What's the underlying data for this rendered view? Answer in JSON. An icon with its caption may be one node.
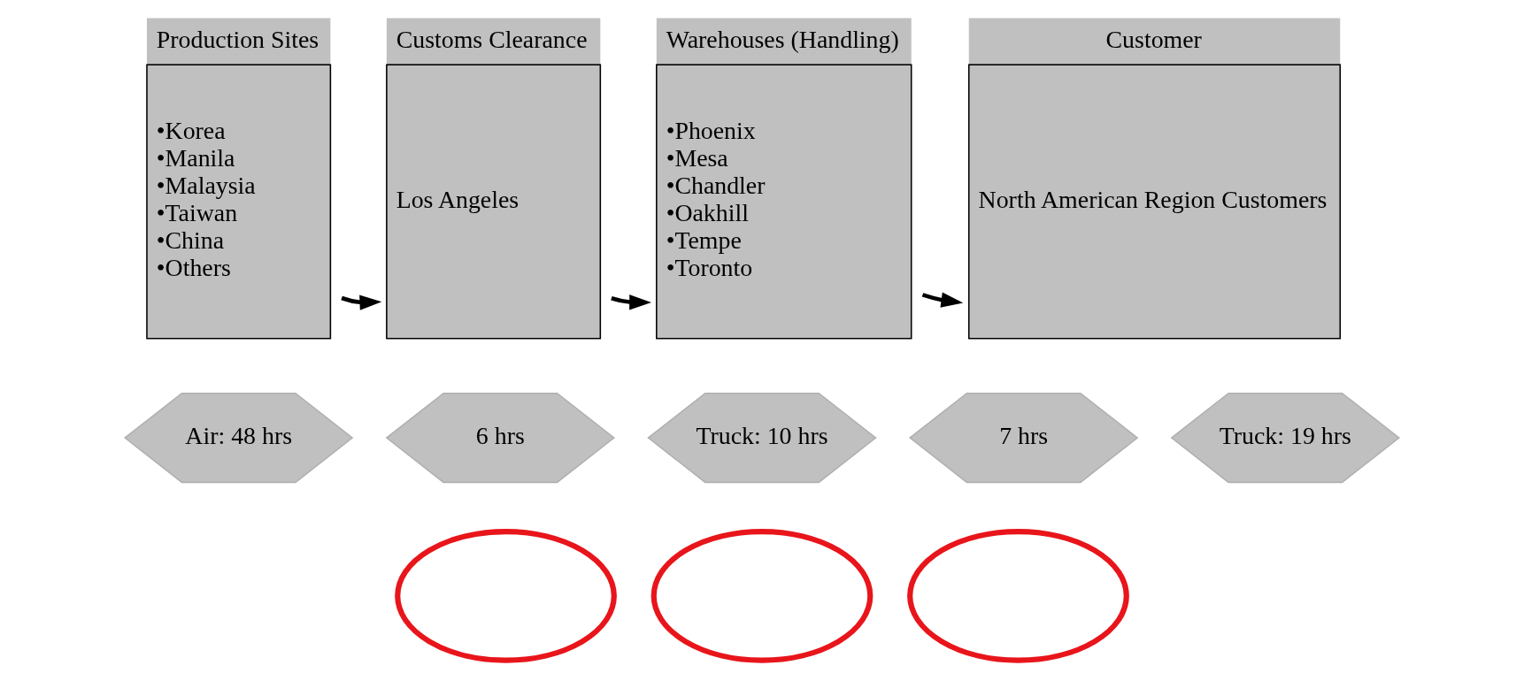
{
  "diagram": {
    "nodes": [
      {
        "text": [
          "Production Sites",
          "•Korea",
          "•Manila",
          "•Malaysia",
          "•Taiwan",
          "•China",
          "•Others"
        ]
      },
      {
        "text": [
          "Customs Clearance",
          "Los Angeles"
        ]
      },
      {
        "text": [
          "Warehouses (Handling)",
          "•Phoenix",
          "•Mesa",
          "•Chandler",
          "•Oakhill",
          "•Tempe",
          "•Toronto"
        ]
      },
      {
        "text": [
          "Customer",
          "North American Region Customers"
        ]
      },
      {
        "text": [
          "Air: 48 hrs"
        ]
      },
      {
        "text": [
          "6 hrs"
        ]
      },
      {
        "text": [
          "Truck: 10 hrs"
        ]
      },
      {
        "text": [
          "7 hrs"
        ]
      },
      {
        "text": [
          "Truck: 19 hrs"
        ]
      },
      {
        "text": [],
        "shape": "ellipse"
      },
      {
        "text": [],
        "shape": "ellipse"
      },
      {
        "text": [],
        "shape": "ellipse"
      }
    ],
    "edges": [
      {
        "from": 0,
        "to": 1,
        "arrow": "to"
      },
      {
        "from": 1,
        "to": 2,
        "arrow": "to"
      },
      {
        "from": 2,
        "to": 3,
        "arrow": "to"
      }
    ]
  }
}
